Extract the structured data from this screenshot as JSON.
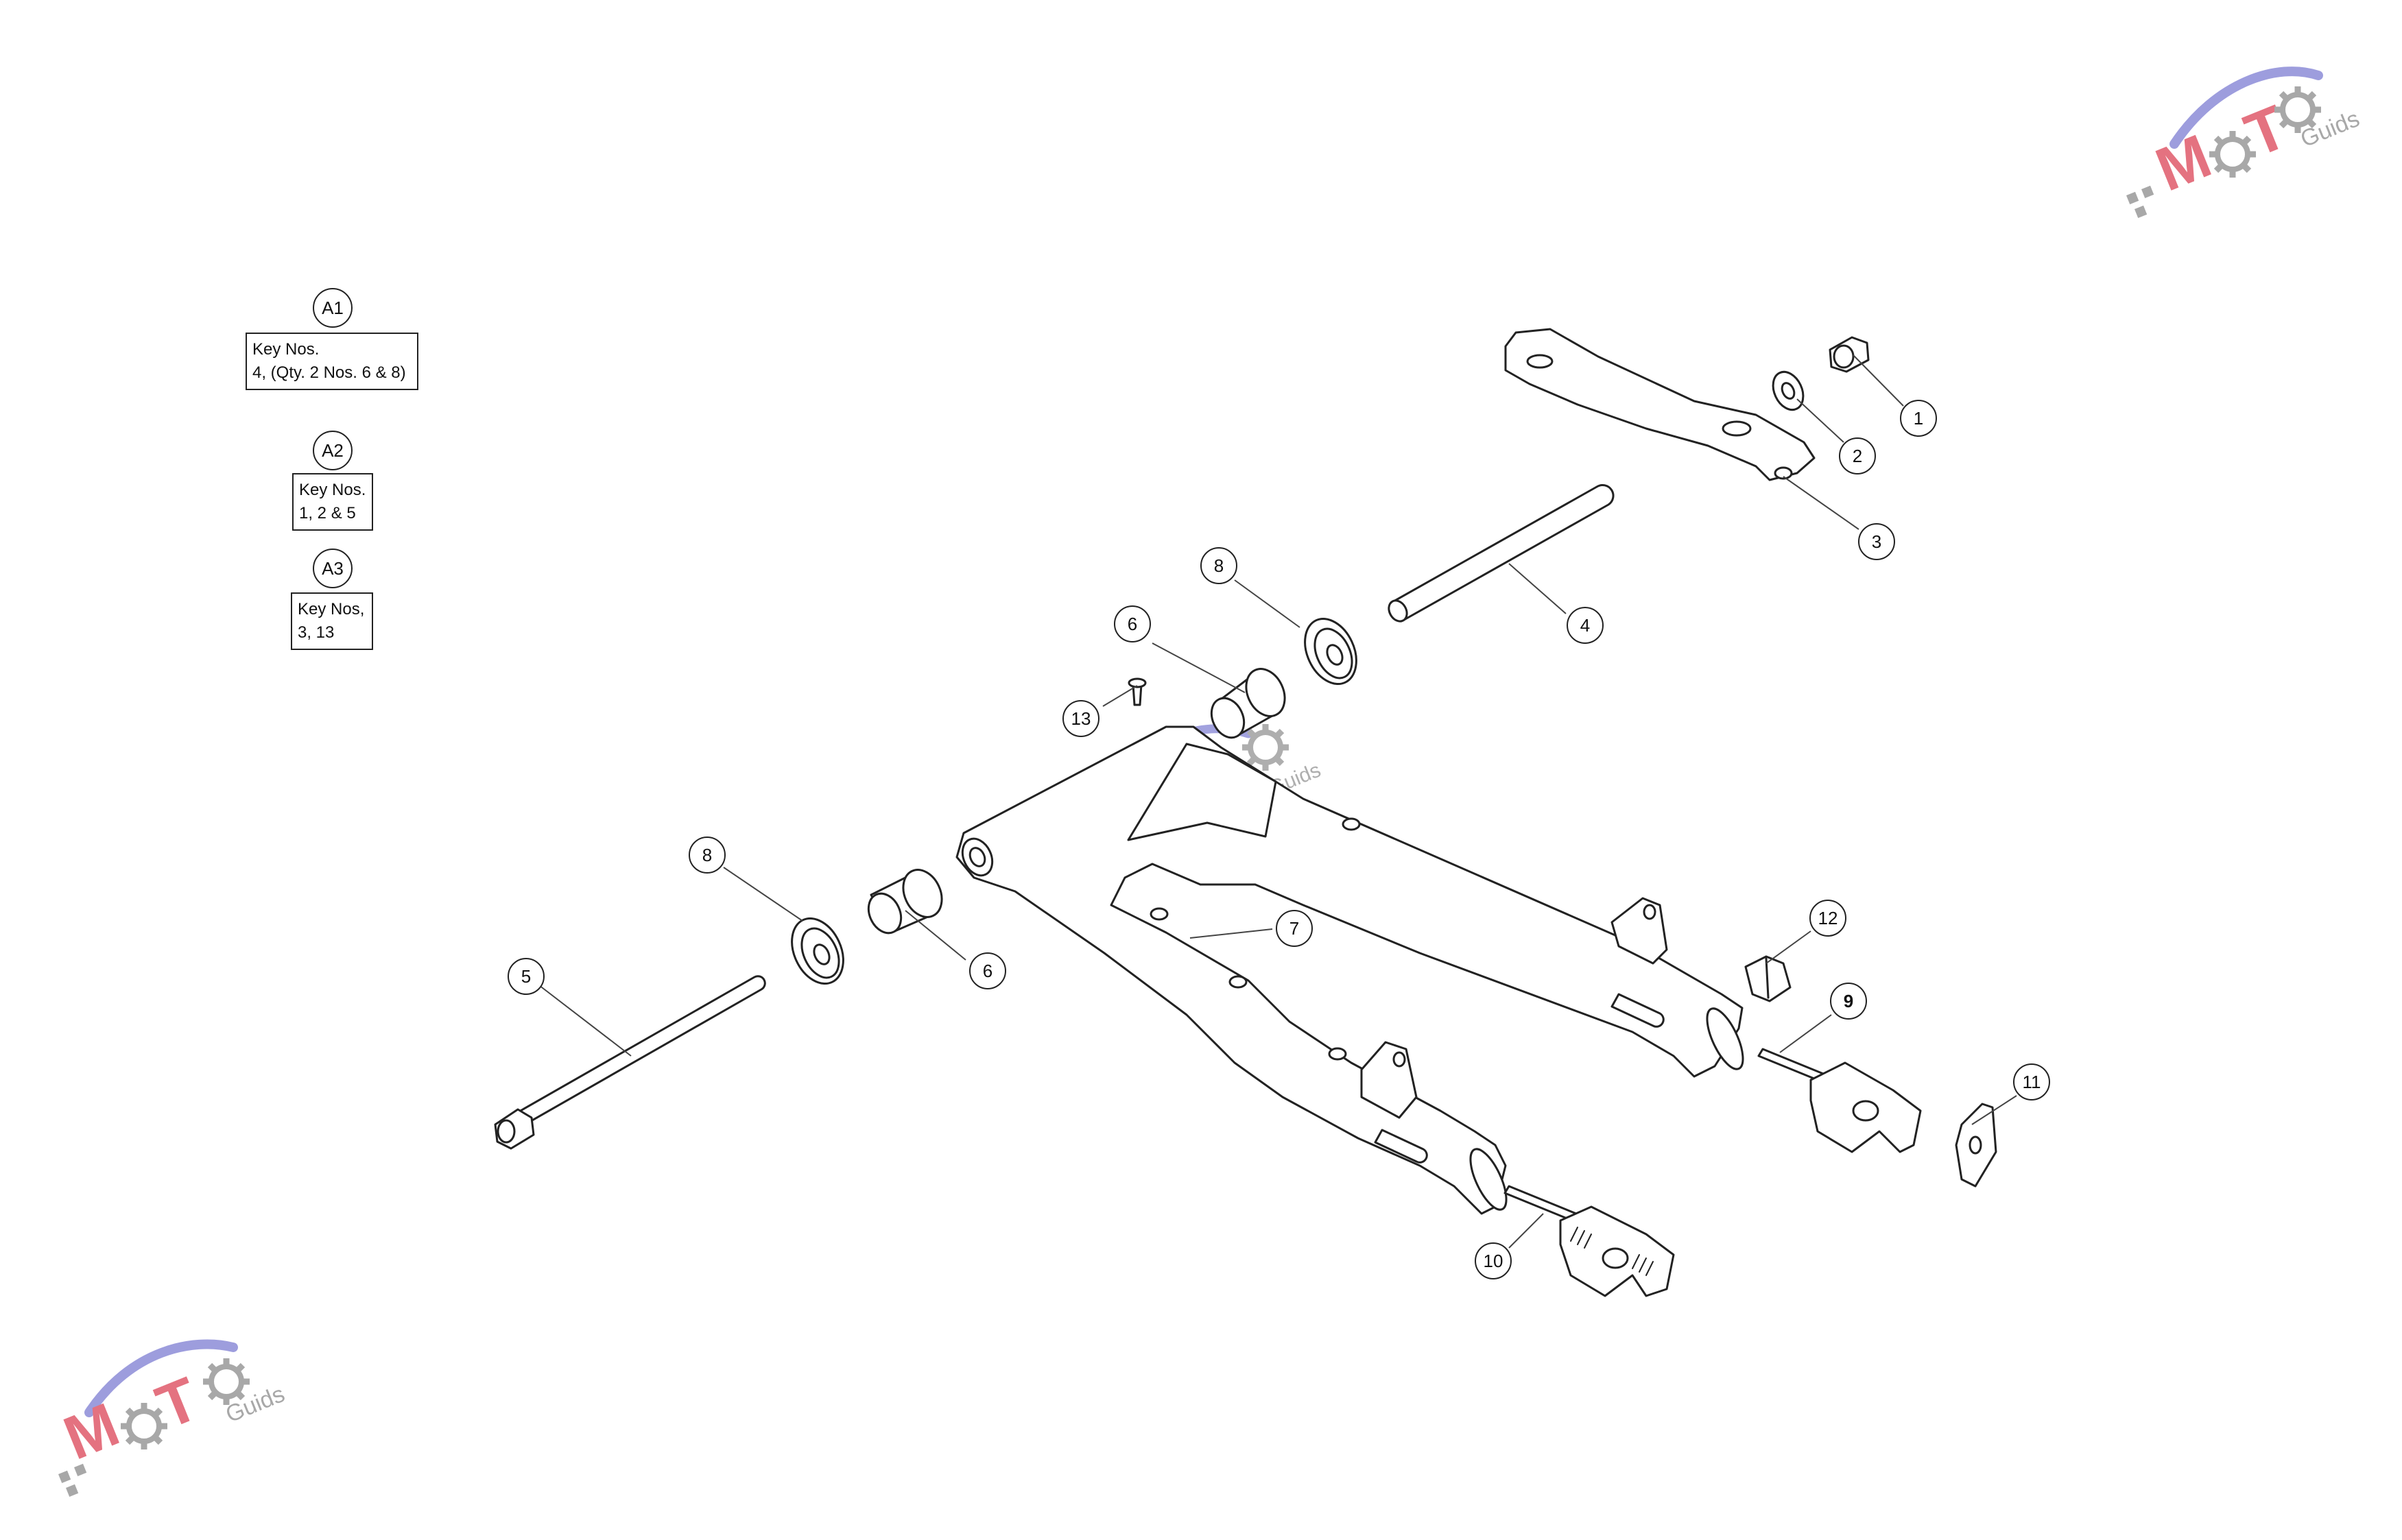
{
  "notes": [
    {
      "ref": "A1",
      "lines": [
        "Key Nos.",
        "4, (Qty. 2 Nos. 6 & 8)"
      ]
    },
    {
      "ref": "A2",
      "lines": [
        "Key Nos.",
        "1, 2 & 5"
      ]
    },
    {
      "ref": "A3",
      "lines": [
        "Key Nos,",
        "3, 13"
      ]
    }
  ],
  "callouts": {
    "c1": "1",
    "c2": "2",
    "c3": "3",
    "c4": "4",
    "c5": "5",
    "c6a": "6",
    "c6b": "6",
    "c7": "7",
    "c8a": "8",
    "c8b": "8",
    "c9": "9",
    "c10": "10",
    "c11": "11",
    "c12": "12",
    "c13": "13"
  },
  "watermark": {
    "text": "MOTO Guids",
    "colors": {
      "primary": "#e05a6a",
      "secondary": "#8c8cd8",
      "gear": "#9a9a9a"
    }
  }
}
